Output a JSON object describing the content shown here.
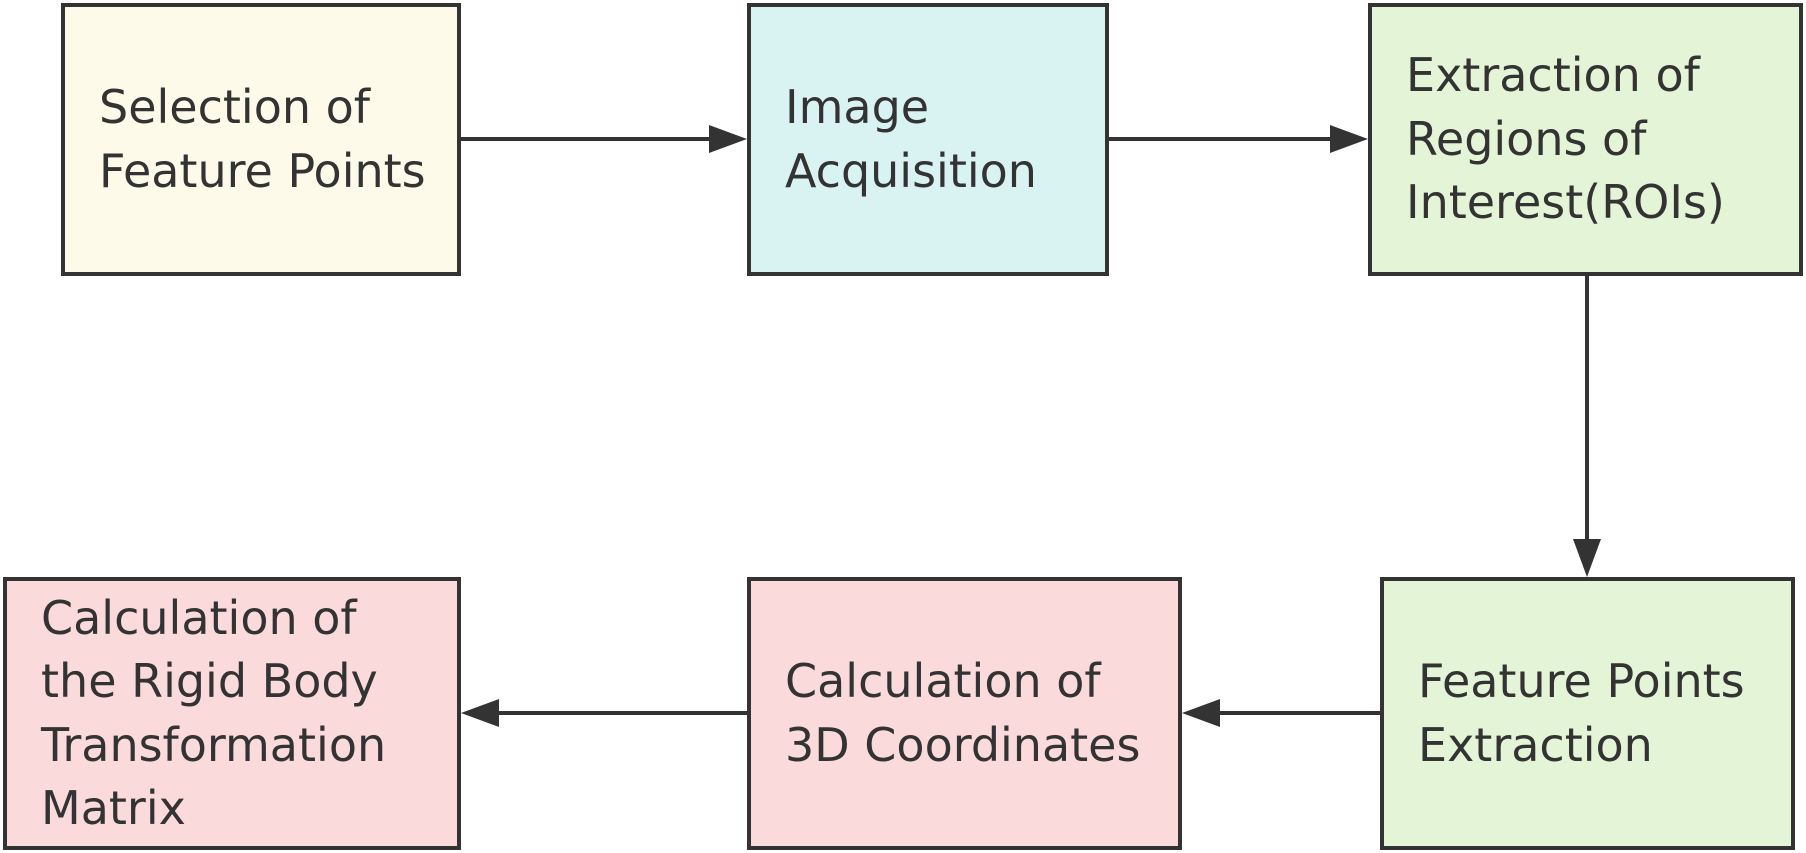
{
  "nodes": {
    "selection": {
      "label": "Selection of\nFeature Points",
      "fill": "#fdfaea"
    },
    "acquisition": {
      "label": "Image\nAcquisition",
      "fill": "#d9f3f3"
    },
    "roi": {
      "label": "Extraction of\nRegions of\nInterest(ROIs)",
      "fill": "#e4f5d7"
    },
    "features": {
      "label": "Feature Points\nExtraction",
      "fill": "#e4f5d7"
    },
    "coords": {
      "label": "Calculation of\n3D Coordinates",
      "fill": "#fadada"
    },
    "matrix": {
      "label": "Calculation of\nthe Rigid Body\nTransformation\nMatrix",
      "fill": "#fadada"
    }
  },
  "edges": [
    {
      "from": "selection",
      "to": "acquisition"
    },
    {
      "from": "acquisition",
      "to": "roi"
    },
    {
      "from": "roi",
      "to": "features"
    },
    {
      "from": "features",
      "to": "coords"
    },
    {
      "from": "coords",
      "to": "matrix"
    }
  ],
  "colors": {
    "stroke": "#333333",
    "text": "#333333"
  }
}
